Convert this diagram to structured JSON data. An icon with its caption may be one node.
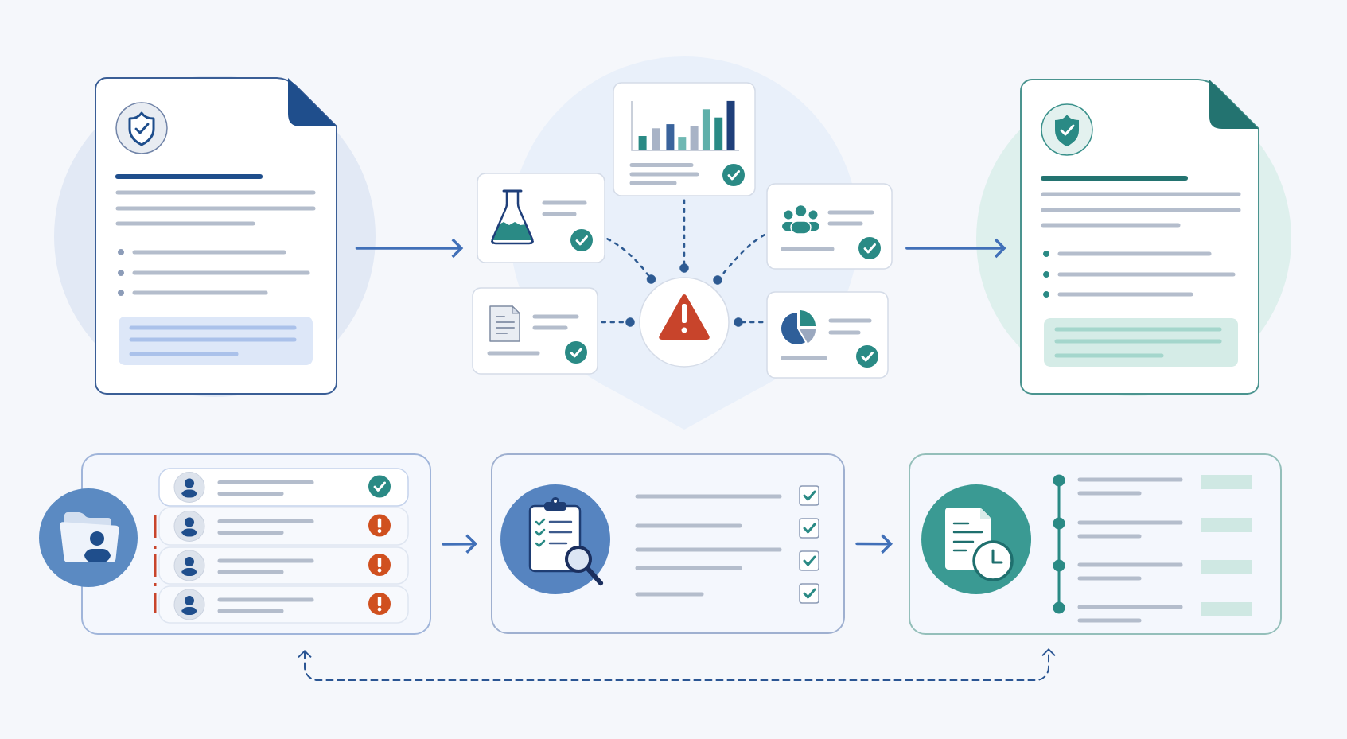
{
  "diagram": {
    "nodes": [
      {
        "text": [],
        "shape": "document"
      },
      {
        "text": [],
        "shape": "box"
      },
      {
        "text": [],
        "shape": "box"
      },
      {
        "text": [],
        "shape": "box"
      },
      {
        "text": [],
        "shape": "circle"
      },
      {
        "text": [],
        "shape": "circle"
      },
      {
        "text": [],
        "shape": "circle"
      },
      {
        "text": [],
        "shape": "box"
      },
      {
        "text": [],
        "shape": "circle"
      },
      {
        "text": [],
        "shape": "circle"
      },
      {
        "text": [],
        "shape": "circle"
      },
      {
        "text": [],
        "shape": "box"
      },
      {
        "text": [],
        "shape": "document"
      },
      {
        "text": [],
        "shape": "box"
      },
      {
        "text": [],
        "shape": "box"
      },
      {
        "text": [],
        "shape": "box"
      }
    ],
    "edges": [
      {
        "from": 0,
        "to": 1,
        "arrow": "to"
      },
      {
        "from": 1,
        "to": 4,
        "arrow": "none",
        "style": "dashed"
      },
      {
        "from": 2,
        "to": 5,
        "arrow": "none",
        "style": "dashed"
      },
      {
        "from": 3,
        "to": 6,
        "arrow": "none",
        "style": "dashed"
      },
      {
        "from": 7,
        "to": 8,
        "arrow": "none",
        "style": "dashed"
      },
      {
        "from": 11,
        "to": 10,
        "arrow": "none",
        "style": "dashed"
      },
      {
        "from": 3,
        "to": 12,
        "arrow": "to"
      },
      {
        "from": 13,
        "to": 14,
        "arrow": "to"
      },
      {
        "from": 14,
        "to": 15,
        "arrow": "to"
      },
      {
        "from": 13,
        "to": 15,
        "arrow": "both",
        "style": "dashed"
      }
    ]
  }
}
